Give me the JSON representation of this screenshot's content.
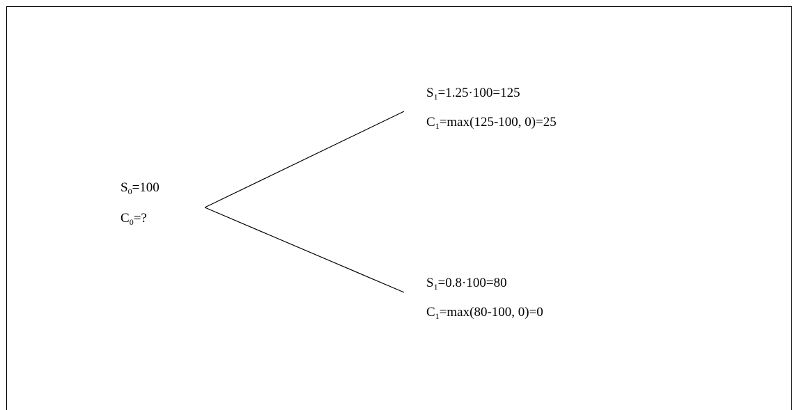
{
  "root": {
    "stock": {
      "symbol": "S",
      "sub": "0",
      "expr": "=100"
    },
    "call": {
      "symbol": "C",
      "sub": "0",
      "expr": "=?"
    }
  },
  "up": {
    "stock": {
      "symbol": "S",
      "sub": "1",
      "expr": "=1.25·100=125"
    },
    "call": {
      "symbol": "C",
      "sub": "1",
      "expr": "=max(125-100, 0)=25"
    }
  },
  "down": {
    "stock": {
      "symbol": "S",
      "sub": "1",
      "expr": "=0.8·100=80"
    },
    "call": {
      "symbol": "C",
      "sub": "1",
      "expr": "=max(80-100, 0)=0"
    }
  }
}
